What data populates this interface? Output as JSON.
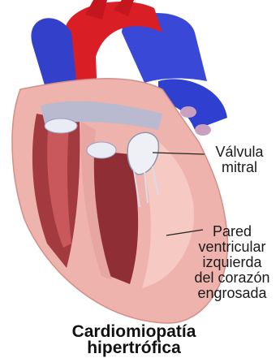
{
  "labels": {
    "mitral_valve": [
      "Válvula",
      "mitral"
    ],
    "ventricular_wall": [
      "Pared",
      "ventricular",
      "izquierda",
      "del corazón",
      "engrosada"
    ]
  },
  "title": [
    "Cardiomiopatía",
    "hipertrófica"
  ],
  "colors": {
    "aorta": "#d91e25",
    "vein": "#2f3fd0",
    "myocardium": "#f2b8b4",
    "wall_dark": "#a23a3f",
    "background": "#ffffff"
  }
}
